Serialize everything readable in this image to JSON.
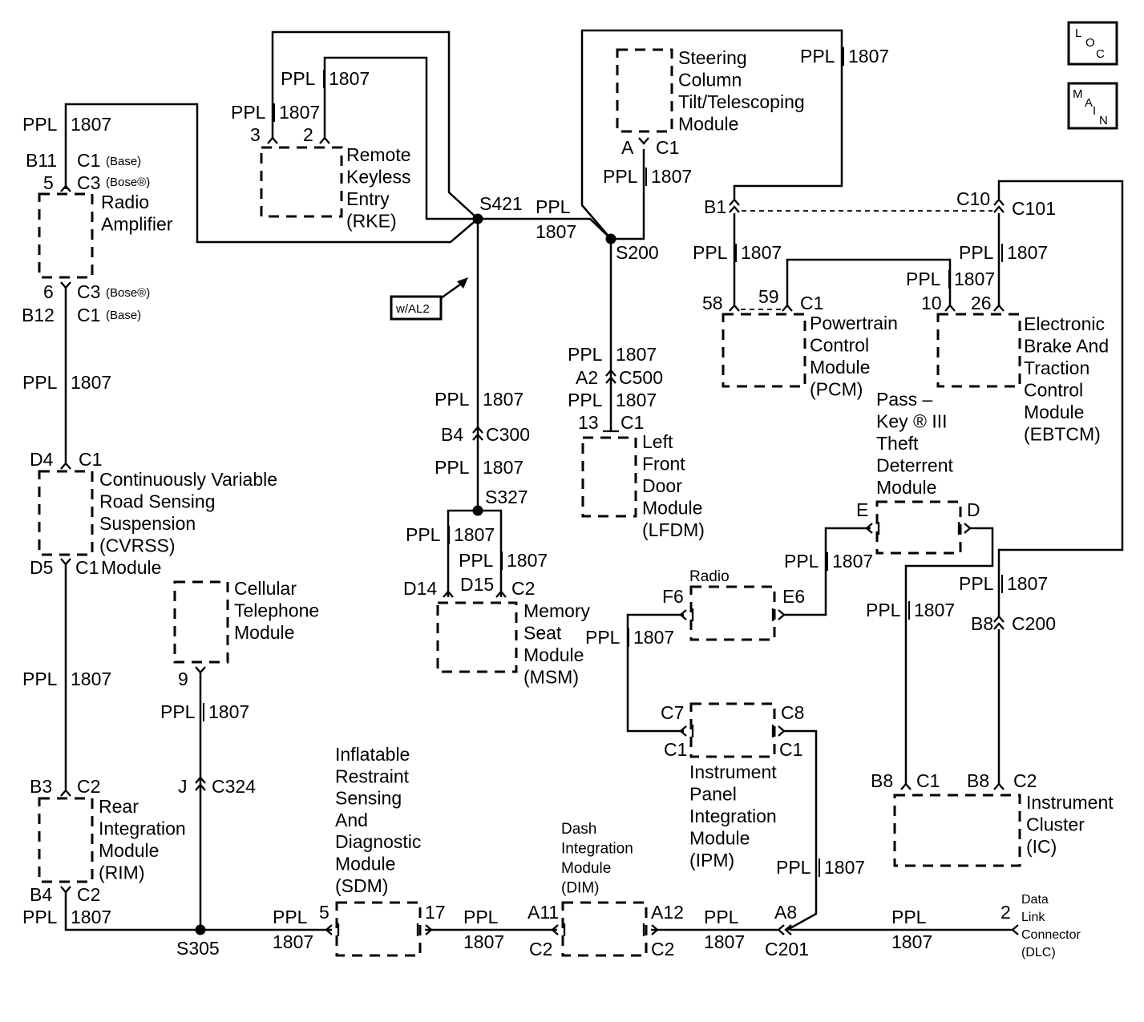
{
  "wire": {
    "color": "PPL",
    "circuit": "1807"
  },
  "icons": {
    "loc": "loc-icon",
    "main": "main-icon"
  },
  "splices": {
    "s421": "S421",
    "s200": "S200",
    "s327": "S327",
    "s305": "S305"
  },
  "option_tag": "w/AL2",
  "modules": {
    "rke": {
      "lines": [
        "Remote",
        "Keyless",
        "Entry",
        "(RKE)"
      ]
    },
    "sctm": {
      "lines": [
        "Steering",
        "Column",
        "Tilt/Telescoping",
        "Module"
      ]
    },
    "amp": {
      "lines": [
        "Radio",
        "Amplifier"
      ]
    },
    "cvrss": {
      "lines": [
        "Continuously Variable",
        "Road Sensing",
        "Suspension",
        "(CVRSS)"
      ],
      "extra": "Module"
    },
    "cell": {
      "lines": [
        "Cellular",
        "Telephone",
        "Module"
      ]
    },
    "rim": {
      "lines": [
        "Rear",
        "Integration",
        "Module",
        "(RIM)"
      ]
    },
    "sdm": {
      "lines": [
        "Inflatable",
        "Restraint",
        "Sensing",
        "And",
        "Diagnostic",
        "Module",
        "(SDM)"
      ]
    },
    "dim": {
      "lines": [
        "Dash",
        "Integration",
        "Module",
        "(DIM)"
      ]
    },
    "msm": {
      "lines": [
        "Memory",
        "Seat",
        "Module",
        "(MSM)"
      ]
    },
    "lfdm": {
      "lines": [
        "Left",
        "Front",
        "Door",
        "Module",
        "(LFDM)"
      ]
    },
    "pcm": {
      "lines": [
        "Powertrain",
        "Control",
        "Module",
        "(PCM)"
      ]
    },
    "ebtcm": {
      "lines": [
        "Electronic",
        "Brake And",
        "Traction",
        "Control",
        "Module",
        "(EBTCM)"
      ]
    },
    "pk3": {
      "lines": [
        "Pass –",
        "Key ® III",
        "Theft",
        "Deterrent",
        "Module"
      ]
    },
    "radio": {
      "lines": [
        "Radio"
      ]
    },
    "ipm": {
      "lines": [
        "Instrument",
        "Panel",
        "Integration",
        "Module",
        "(IPM)"
      ]
    },
    "ic": {
      "lines": [
        "Instrument",
        "Cluster",
        "(IC)"
      ]
    },
    "dlc": {
      "lines": [
        "Data",
        "Link",
        "Connector",
        "(DLC)"
      ]
    }
  },
  "pins": {
    "rke_3": "3",
    "rke_2": "2",
    "sctm_a": "A",
    "amp_5": "5",
    "amp_b11": "B11",
    "amp_6": "6",
    "amp_b12": "B12",
    "cvrss_d4": "D4",
    "cvrss_d5": "D5",
    "cell_9": "9",
    "c324_j": "J",
    "rim_b3": "B3",
    "rim_b4": "B4",
    "sdm_5": "5",
    "sdm_17": "17",
    "dim_a11": "A11",
    "dim_a12": "A12",
    "c201_a8": "A8",
    "dlc_2": "2",
    "c300_b4": "B4",
    "msm_d14": "D14",
    "msm_d15": "D15",
    "c500_a2": "A2",
    "lfdm_13": "13",
    "c101_b1": "B1",
    "c101_c10": "C10",
    "pcm_58": "58",
    "pcm_59": "59",
    "ebtcm_10": "10",
    "ebtcm_26": "26",
    "pk3_e": "E",
    "pk3_d": "D",
    "radio_f6": "F6",
    "radio_e6": "E6",
    "ipm_c7": "C7",
    "ipm_c8": "C8",
    "c200_b8": "B8",
    "ic_b8a": "B8",
    "ic_b8b": "B8"
  },
  "connectors": {
    "c1": "C1",
    "c2": "C2",
    "c3": "C3",
    "c101": "C101",
    "c200": "C200",
    "c201": "C201",
    "c300": "C300",
    "c324": "C324",
    "c500": "C500"
  },
  "variants": {
    "base": "(Base)",
    "bose": "(Bose®)"
  }
}
